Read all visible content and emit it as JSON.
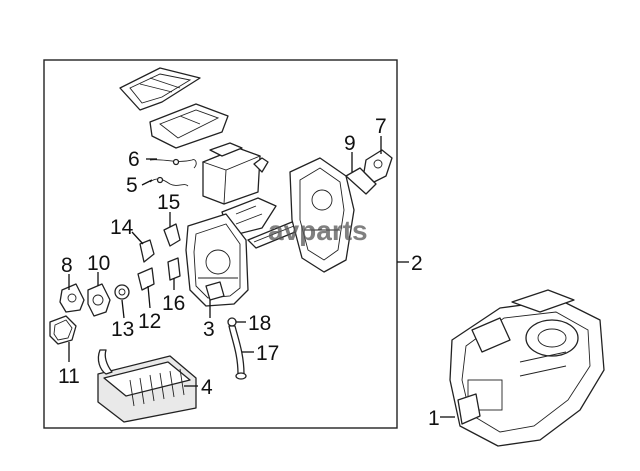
{
  "watermark": "avparts",
  "callouts": {
    "c1": "1",
    "c2": "2",
    "c3": "3",
    "c4": "4",
    "c5": "5",
    "c6": "6",
    "c7": "7",
    "c8": "8",
    "c9": "9",
    "c10": "10",
    "c11": "11",
    "c12": "12",
    "c13": "13",
    "c14": "14",
    "c15": "15",
    "c16": "16",
    "c17": "17",
    "c18": "18"
  },
  "colors": {
    "line": "#222222",
    "background": "#ffffff",
    "watermark": "#555555"
  }
}
